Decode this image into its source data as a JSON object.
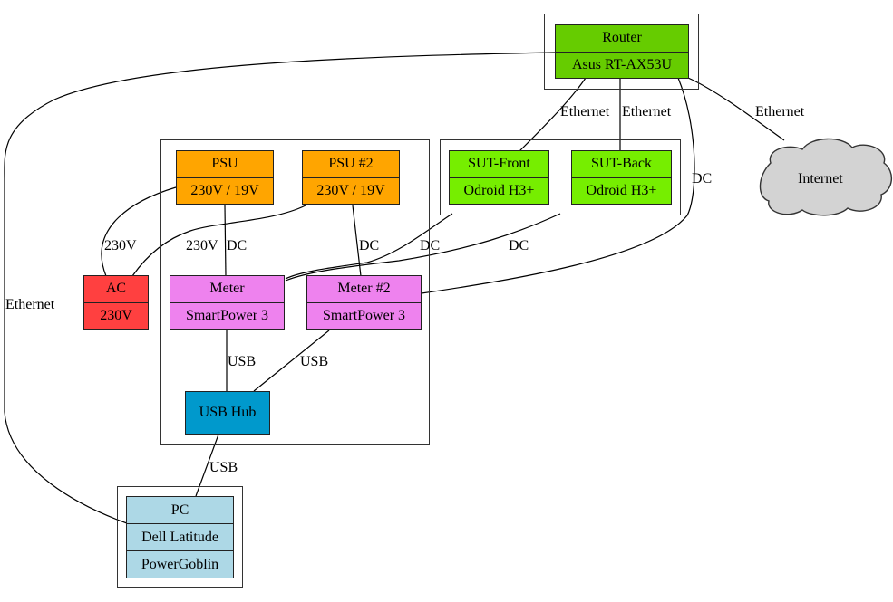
{
  "colors": {
    "router": "#66cc00",
    "sut": "#76ee00",
    "psu": "#ffa500",
    "meter": "#ee82ee",
    "ac": "#ff4040",
    "usb_hub": "#0099cc",
    "pc": "#add8e6",
    "internet": "#d3d3d3"
  },
  "nodes": {
    "router": {
      "rows": [
        "Router",
        "Asus RT-AX53U"
      ]
    },
    "sut_front": {
      "rows": [
        "SUT-Front",
        "Odroid H3+"
      ]
    },
    "sut_back": {
      "rows": [
        "SUT-Back",
        "Odroid H3+"
      ]
    },
    "psu": {
      "rows": [
        "PSU",
        "230V / 19V"
      ]
    },
    "psu2": {
      "rows": [
        "PSU #2",
        "230V / 19V"
      ]
    },
    "ac": {
      "rows": [
        "AC",
        "230V"
      ]
    },
    "meter": {
      "rows": [
        "Meter",
        "SmartPower 3"
      ]
    },
    "meter2": {
      "rows": [
        "Meter #2",
        "SmartPower 3"
      ]
    },
    "usb_hub": {
      "rows": [
        "USB Hub"
      ]
    },
    "pc": {
      "rows": [
        "PC",
        "Dell Latitude",
        "PowerGoblin"
      ]
    },
    "internet": {
      "label": "Internet",
      "shape": "cloud"
    }
  },
  "edges": [
    {
      "from": "router",
      "to": "sut_front",
      "label": "Ethernet"
    },
    {
      "from": "router",
      "to": "sut_back",
      "label": "Ethernet"
    },
    {
      "from": "router",
      "to": "internet",
      "label": "Ethernet"
    },
    {
      "from": "router",
      "to": "meter2",
      "label": "DC"
    },
    {
      "from": "router",
      "to": "pc",
      "label": "Ethernet"
    },
    {
      "from": "psu",
      "to": "ac",
      "label": "230V"
    },
    {
      "from": "psu2",
      "to": "ac",
      "label": "230V"
    },
    {
      "from": "psu",
      "to": "meter",
      "label": "DC"
    },
    {
      "from": "psu2",
      "to": "meter2",
      "label": "DC"
    },
    {
      "from": "sut_front",
      "to": "meter",
      "label": "DC"
    },
    {
      "from": "sut_back",
      "to": "meter",
      "label": "DC"
    },
    {
      "from": "meter",
      "to": "usb_hub",
      "label": "USB"
    },
    {
      "from": "meter2",
      "to": "usb_hub",
      "label": "USB"
    },
    {
      "from": "usb_hub",
      "to": "pc",
      "label": "USB"
    }
  ]
}
